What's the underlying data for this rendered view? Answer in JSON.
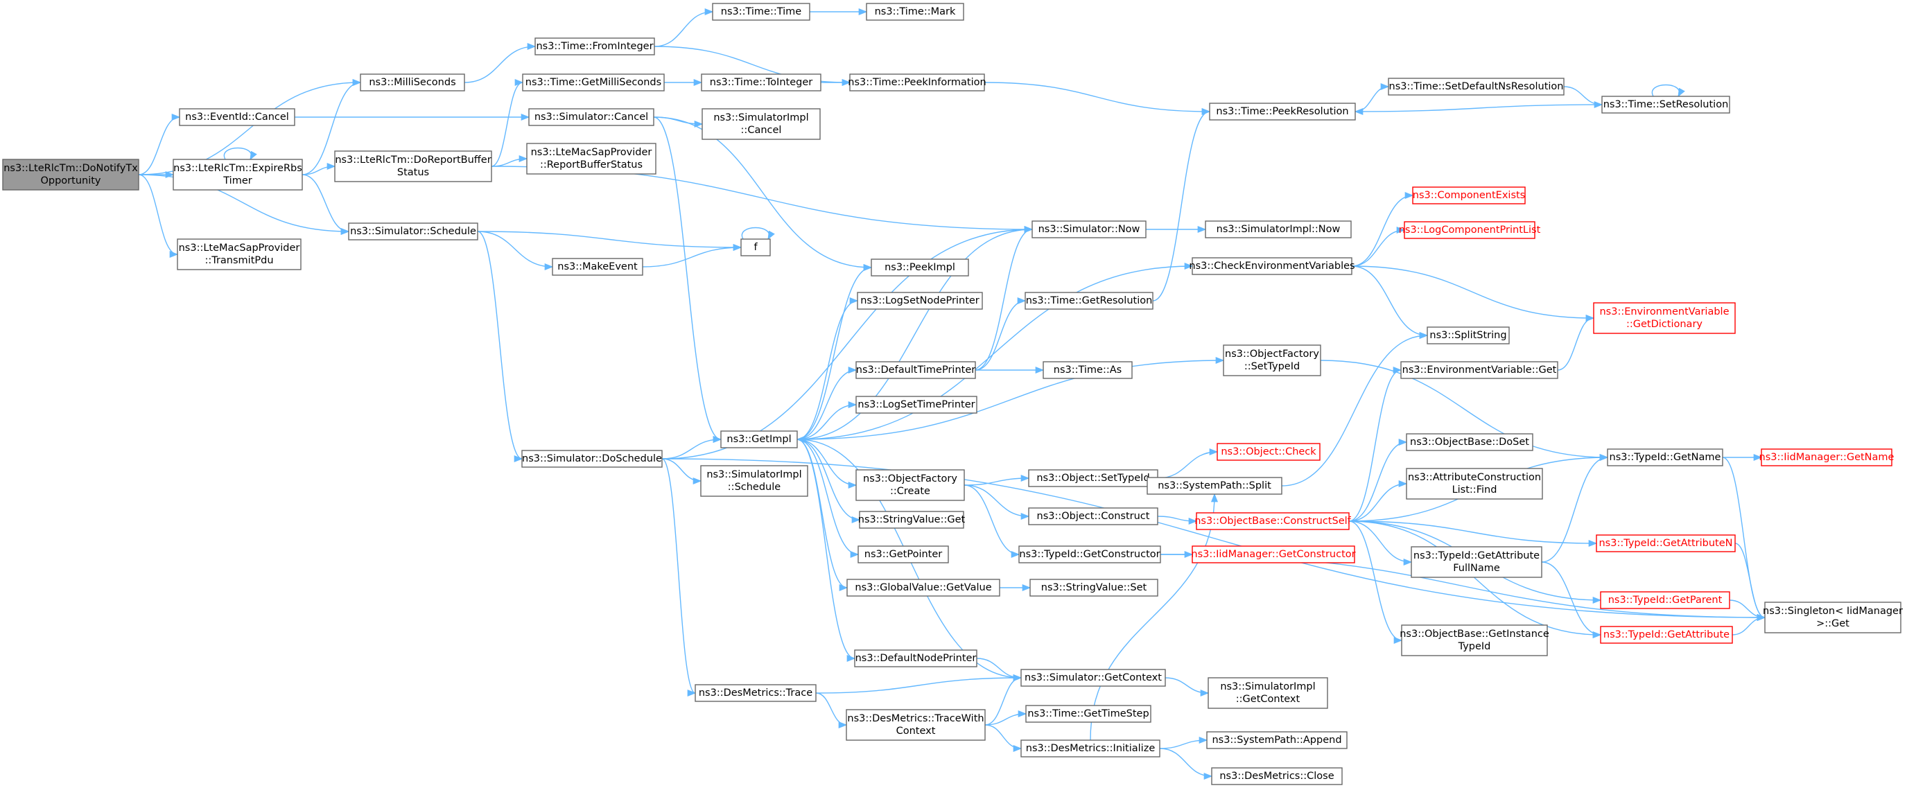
{
  "colors": {
    "edge": "#63b8ff",
    "node_border": "#666666",
    "highlight_border": "#ff0000",
    "root_fill": "#999999"
  },
  "nodes": [
    {
      "id": "root",
      "lines": [
        "ns3::LteRlcTm::DoNotifyTx",
        "Opportunity"
      ],
      "style": "root"
    },
    {
      "id": "millis",
      "lines": [
        "ns3::MilliSeconds"
      ]
    },
    {
      "id": "evcancel",
      "lines": [
        "ns3::EventId::Cancel"
      ]
    },
    {
      "id": "expire",
      "lines": [
        "ns3::LteRlcTm::ExpireRbs",
        "Timer"
      ]
    },
    {
      "id": "sched",
      "lines": [
        "ns3::Simulator::Schedule"
      ]
    },
    {
      "id": "transmit",
      "lines": [
        "ns3::LteMacSapProvider",
        "::TransmitPdu"
      ]
    },
    {
      "id": "fromint",
      "lines": [
        "ns3::Time::FromInteger"
      ]
    },
    {
      "id": "gettmill",
      "lines": [
        "ns3::Time::GetMilliSeconds"
      ]
    },
    {
      "id": "simcancel",
      "lines": [
        "ns3::Simulator::Cancel"
      ]
    },
    {
      "id": "doreport",
      "lines": [
        "ns3::LteRlcTm::DoReportBuffer",
        "Status"
      ]
    },
    {
      "id": "timetime",
      "lines": [
        "ns3::Time::Time"
      ]
    },
    {
      "id": "timemark",
      "lines": [
        "ns3::Time::Mark"
      ]
    },
    {
      "id": "toint",
      "lines": [
        "ns3::Time::ToInteger"
      ]
    },
    {
      "id": "simimplcancel",
      "lines": [
        "ns3::SimulatorImpl",
        "::Cancel"
      ]
    },
    {
      "id": "reportbuf",
      "lines": [
        "ns3::LteMacSapProvider",
        "::ReportBufferStatus"
      ]
    },
    {
      "id": "peekinfo",
      "lines": [
        "ns3::Time::PeekInformation"
      ]
    },
    {
      "id": "peekres",
      "lines": [
        "ns3::Time::PeekResolution"
      ]
    },
    {
      "id": "setdefns",
      "lines": [
        "ns3::Time::SetDefaultNsResolution"
      ]
    },
    {
      "id": "setres",
      "lines": [
        "ns3::Time::SetResolution"
      ]
    },
    {
      "id": "f",
      "lines": [
        "f"
      ]
    },
    {
      "id": "makeevent",
      "lines": [
        "ns3::MakeEvent"
      ]
    },
    {
      "id": "peekimpl",
      "lines": [
        "ns3::PeekImpl"
      ]
    },
    {
      "id": "simnow",
      "lines": [
        "ns3::Simulator::Now"
      ]
    },
    {
      "id": "simimplnow",
      "lines": [
        "ns3::SimulatorImpl::Now"
      ]
    },
    {
      "id": "compexists",
      "lines": [
        "ns3::ComponentExists"
      ],
      "style": "red"
    },
    {
      "id": "logcomp",
      "lines": [
        "ns3::LogComponentPrintList"
      ],
      "style": "red"
    },
    {
      "id": "checkenv",
      "lines": [
        "ns3::CheckEnvironmentVariables"
      ]
    },
    {
      "id": "envgetdict",
      "lines": [
        "ns3::EnvironmentVariable",
        "::GetDictionary"
      ],
      "style": "red"
    },
    {
      "id": "logsetnode",
      "lines": [
        "ns3::LogSetNodePrinter"
      ]
    },
    {
      "id": "timegetres",
      "lines": [
        "ns3::Time::GetResolution"
      ]
    },
    {
      "id": "splitstring",
      "lines": [
        "ns3::SplitString"
      ]
    },
    {
      "id": "objfacsettype",
      "lines": [
        "ns3::ObjectFactory",
        "::SetTypeId"
      ]
    },
    {
      "id": "deftimeprinter",
      "lines": [
        "ns3::DefaultTimePrinter"
      ]
    },
    {
      "id": "timeas",
      "lines": [
        "ns3::Time::As"
      ]
    },
    {
      "id": "envget",
      "lines": [
        "ns3::EnvironmentVariable::Get"
      ]
    },
    {
      "id": "logsettime",
      "lines": [
        "ns3::LogSetTimePrinter"
      ]
    },
    {
      "id": "getimpl",
      "lines": [
        "ns3::GetImpl"
      ]
    },
    {
      "id": "doschedule",
      "lines": [
        "ns3::Simulator::DoSchedule"
      ]
    },
    {
      "id": "simimplsched",
      "lines": [
        "ns3::SimulatorImpl",
        "::Schedule"
      ]
    },
    {
      "id": "objbasedoset",
      "lines": [
        "ns3::ObjectBase::DoSet"
      ]
    },
    {
      "id": "objcheck",
      "lines": [
        "ns3::Object::Check"
      ],
      "style": "red"
    },
    {
      "id": "typegetname",
      "lines": [
        "ns3::TypeId::GetName"
      ]
    },
    {
      "id": "iidgetname",
      "lines": [
        "ns3::IidManager::GetName"
      ],
      "style": "red"
    },
    {
      "id": "objfaccreate",
      "lines": [
        "ns3::ObjectFactory",
        "::Create"
      ]
    },
    {
      "id": "objsettype",
      "lines": [
        "ns3::Object::SetTypeId"
      ]
    },
    {
      "id": "syspathsplit",
      "lines": [
        "ns3::SystemPath::Split"
      ]
    },
    {
      "id": "attrconst",
      "lines": [
        "ns3::AttributeConstruction",
        "List::Find"
      ]
    },
    {
      "id": "strvalget",
      "lines": [
        "ns3::StringValue::Get"
      ]
    },
    {
      "id": "objconstruct",
      "lines": [
        "ns3::Object::Construct"
      ]
    },
    {
      "id": "constructself",
      "lines": [
        "ns3::ObjectBase::ConstructSelf"
      ],
      "style": "red"
    },
    {
      "id": "typegetattrn",
      "lines": [
        "ns3::TypeId::GetAttributeN"
      ],
      "style": "red"
    },
    {
      "id": "getpointer",
      "lines": [
        "ns3::GetPointer"
      ]
    },
    {
      "id": "typegetctor",
      "lines": [
        "ns3::TypeId::GetConstructor"
      ]
    },
    {
      "id": "iidgetctor",
      "lines": [
        "ns3::IidManager::GetConstructor"
      ],
      "style": "red"
    },
    {
      "id": "typegetattrfull",
      "lines": [
        "ns3::TypeId::GetAttribute",
        "FullName"
      ]
    },
    {
      "id": "globalgetvalue",
      "lines": [
        "ns3::GlobalValue::GetValue"
      ]
    },
    {
      "id": "strvalset",
      "lines": [
        "ns3::StringValue::Set"
      ]
    },
    {
      "id": "typegetparent",
      "lines": [
        "ns3::TypeId::GetParent"
      ],
      "style": "red"
    },
    {
      "id": "singleton",
      "lines": [
        "ns3::Singleton< IidManager",
        ">::Get"
      ]
    },
    {
      "id": "typegetattr",
      "lines": [
        "ns3::TypeId::GetAttribute"
      ],
      "style": "red"
    },
    {
      "id": "objbasegetinst",
      "lines": [
        "ns3::ObjectBase::GetInstance",
        "TypeId"
      ]
    },
    {
      "id": "defnodeprinter",
      "lines": [
        "ns3::DefaultNodePrinter"
      ]
    },
    {
      "id": "simgetctx",
      "lines": [
        "ns3::Simulator::GetContext"
      ]
    },
    {
      "id": "desmtrace",
      "lines": [
        "ns3::DesMetrics::Trace"
      ]
    },
    {
      "id": "simimplgetctx",
      "lines": [
        "ns3::SimulatorImpl",
        "::GetContext"
      ]
    },
    {
      "id": "timegetstep",
      "lines": [
        "ns3::Time::GetTimeStep"
      ]
    },
    {
      "id": "desmtracectx",
      "lines": [
        "ns3::DesMetrics::TraceWith",
        "Context"
      ]
    },
    {
      "id": "desminit",
      "lines": [
        "ns3::DesMetrics::Initialize"
      ]
    },
    {
      "id": "syspathappend",
      "lines": [
        "ns3::SystemPath::Append"
      ]
    },
    {
      "id": "desmclose",
      "lines": [
        "ns3::DesMetrics::Close"
      ]
    }
  ],
  "edges": [
    [
      "root",
      "millis"
    ],
    [
      "root",
      "evcancel"
    ],
    [
      "root",
      "expire"
    ],
    [
      "root",
      "sched"
    ],
    [
      "root",
      "transmit"
    ],
    [
      "millis",
      "fromint"
    ],
    [
      "fromint",
      "timetime"
    ],
    [
      "fromint",
      "peekinfo"
    ],
    [
      "timetime",
      "timemark"
    ],
    [
      "evcancel",
      "simcancel"
    ],
    [
      "expire",
      "expire"
    ],
    [
      "expire",
      "millis"
    ],
    [
      "expire",
      "doreport"
    ],
    [
      "expire",
      "sched"
    ],
    [
      "gettmill",
      "toint"
    ],
    [
      "toint",
      "peekinfo"
    ],
    [
      "peekinfo",
      "peekres"
    ],
    [
      "peekres",
      "setdefns"
    ],
    [
      "setdefns",
      "setres"
    ],
    [
      "setres",
      "setres"
    ],
    [
      "setres",
      "peekres"
    ],
    [
      "simcancel",
      "simimplcancel"
    ],
    [
      "simcancel",
      "peekimpl"
    ],
    [
      "simcancel",
      "getimpl"
    ],
    [
      "doreport",
      "gettmill"
    ],
    [
      "doreport",
      "reportbuf"
    ],
    [
      "doreport",
      "simnow"
    ],
    [
      "sched",
      "f"
    ],
    [
      "sched",
      "makeevent"
    ],
    [
      "sched",
      "doschedule"
    ],
    [
      "f",
      "f"
    ],
    [
      "makeevent",
      "f"
    ],
    [
      "simnow",
      "simimplnow"
    ],
    [
      "simnow",
      "getimpl"
    ],
    [
      "doschedule",
      "simnow"
    ],
    [
      "doschedule",
      "getimpl"
    ],
    [
      "doschedule",
      "simimplsched"
    ],
    [
      "doschedule",
      "desmtrace"
    ],
    [
      "doschedule",
      "singleton"
    ],
    [
      "getimpl",
      "peekimpl"
    ],
    [
      "getimpl",
      "logsetnode"
    ],
    [
      "getimpl",
      "deftimeprinter"
    ],
    [
      "getimpl",
      "logsettime"
    ],
    [
      "getimpl",
      "checkenv"
    ],
    [
      "getimpl",
      "objfaccreate"
    ],
    [
      "getimpl",
      "strvalget"
    ],
    [
      "getimpl",
      "getpointer"
    ],
    [
      "getimpl",
      "globalgetvalue"
    ],
    [
      "getimpl",
      "defnodeprinter"
    ],
    [
      "getimpl",
      "objfacsettype"
    ],
    [
      "deftimeprinter",
      "simnow"
    ],
    [
      "deftimeprinter",
      "timegetres"
    ],
    [
      "deftimeprinter",
      "timeas"
    ],
    [
      "timegetres",
      "peekres"
    ],
    [
      "checkenv",
      "compexists"
    ],
    [
      "checkenv",
      "logcomp"
    ],
    [
      "checkenv",
      "envgetdict"
    ],
    [
      "checkenv",
      "splitstring"
    ],
    [
      "objfacsettype",
      "typegetname"
    ],
    [
      "envget",
      "envgetdict"
    ],
    [
      "objfaccreate",
      "objsettype"
    ],
    [
      "objfaccreate",
      "objconstruct"
    ],
    [
      "objfaccreate",
      "typegetctor"
    ],
    [
      "objsettype",
      "objcheck"
    ],
    [
      "objconstruct",
      "constructself"
    ],
    [
      "typegetctor",
      "iidgetctor"
    ],
    [
      "typegetctor",
      "singleton"
    ],
    [
      "constructself",
      "typegetname"
    ],
    [
      "constructself",
      "objbasedoset"
    ],
    [
      "constructself",
      "attrconst"
    ],
    [
      "constructself",
      "envget"
    ],
    [
      "constructself",
      "typegetattrn"
    ],
    [
      "constructself",
      "typegetattrfull"
    ],
    [
      "constructself",
      "typegetparent"
    ],
    [
      "constructself",
      "objbasegetinst"
    ],
    [
      "constructself",
      "typegetattr"
    ],
    [
      "typegetname",
      "iidgetname"
    ],
    [
      "typegetname",
      "singleton"
    ],
    [
      "typegetattrn",
      "singleton"
    ],
    [
      "typegetparent",
      "singleton"
    ],
    [
      "typegetattr",
      "singleton"
    ],
    [
      "typegetattrfull",
      "typegetname"
    ],
    [
      "typegetattrfull",
      "typegetattr"
    ],
    [
      "globalgetvalue",
      "strvalset"
    ],
    [
      "defnodeprinter",
      "simgetctx"
    ],
    [
      "simgetctx",
      "simimplgetctx"
    ],
    [
      "simgetctx",
      "getimpl"
    ],
    [
      "desmtrace",
      "simgetctx"
    ],
    [
      "desmtrace",
      "desmtracectx"
    ],
    [
      "desmtracectx",
      "timegetstep"
    ],
    [
      "desmtracectx",
      "simgetctx"
    ],
    [
      "desmtracectx",
      "desminit"
    ],
    [
      "desminit",
      "syspathappend"
    ],
    [
      "desminit",
      "desmclose"
    ],
    [
      "desminit",
      "syspathsplit"
    ],
    [
      "syspathsplit",
      "splitstring"
    ]
  ]
}
